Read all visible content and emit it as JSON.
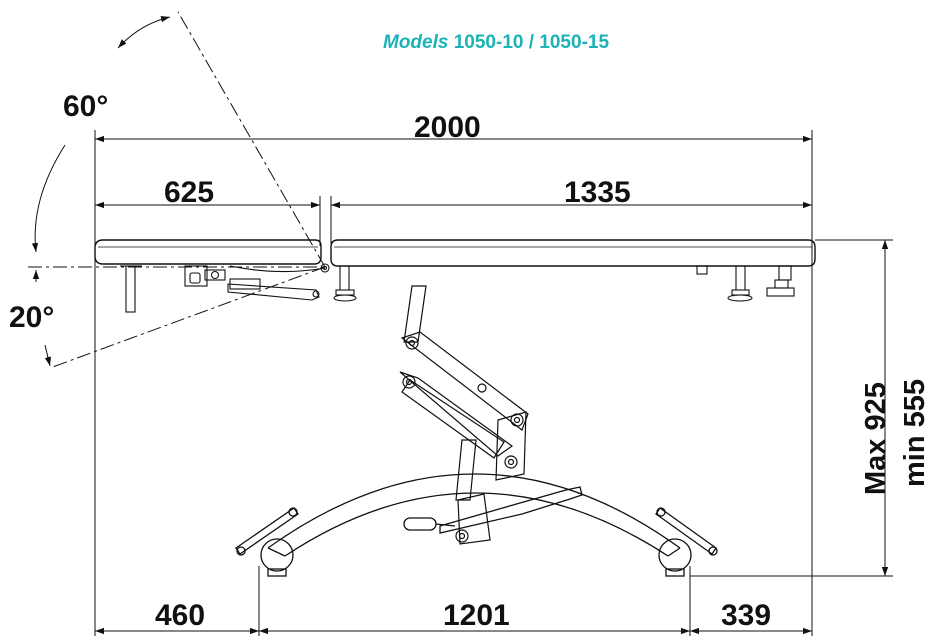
{
  "title": {
    "italic": "Models",
    "models": "1050-10 / 1050-15"
  },
  "angles": {
    "upper": "60°",
    "lower": "20°"
  },
  "dimensions": {
    "total_length": "2000",
    "head_section": "625",
    "body_section": "1335",
    "left_offset": "460",
    "wheelbase": "1201",
    "right_offset": "339",
    "height_max": "Max 925",
    "height_min": "min 555"
  },
  "colors": {
    "title": "#1bb3b8",
    "lines": "#111111"
  }
}
